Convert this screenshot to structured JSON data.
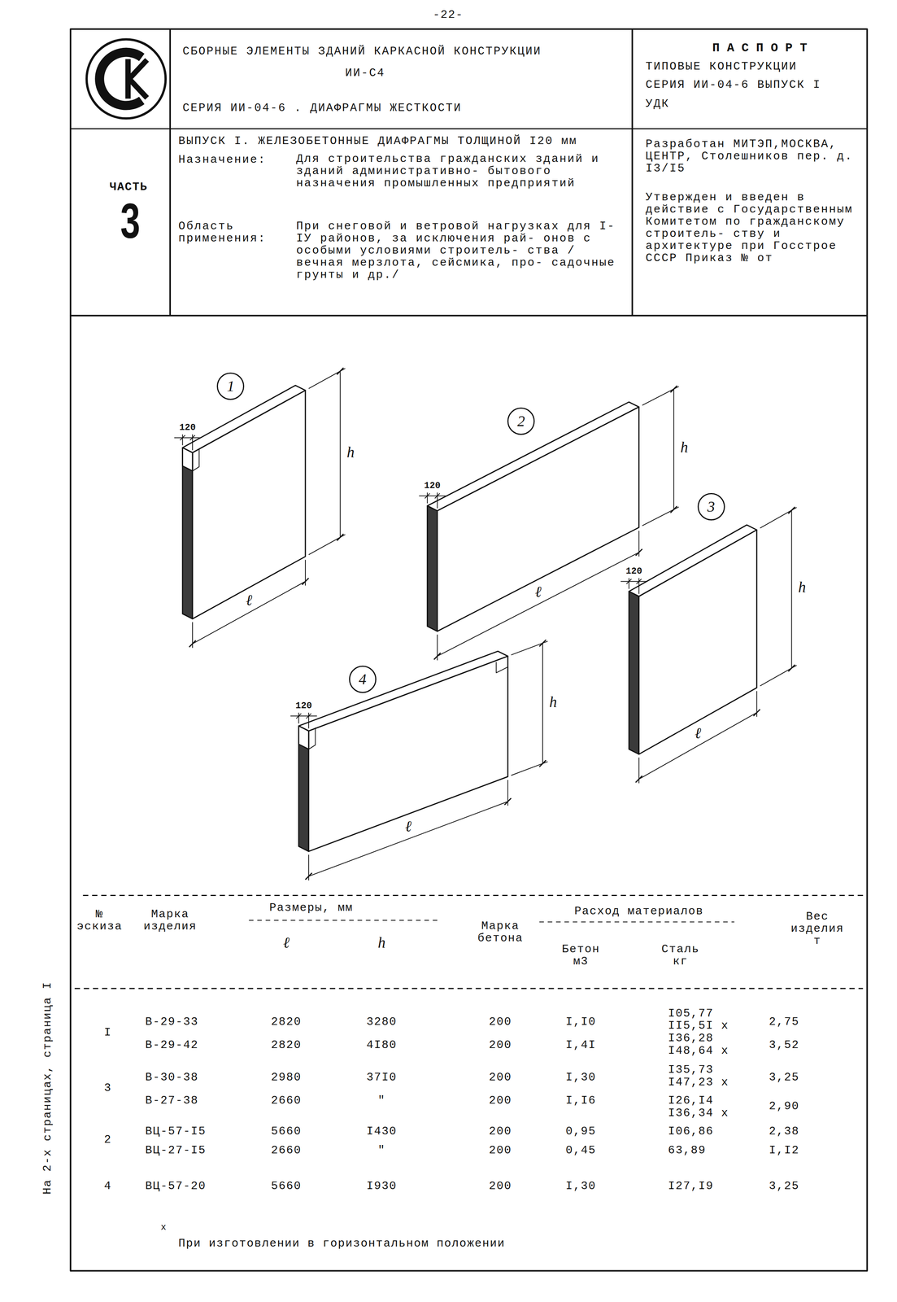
{
  "diagram": {
    "nodes": [
      {
        "text": [
          "ЧАСТЬ",
          "3"
        ]
      },
      {
        "text": [
          "СБОРНЫЕ ЭЛЕМЕНТЫ ЗДАНИЙ КАРКАСНОЙ КОНСТРУКЦИИ",
          "ИИ-С4",
          "СЕРИЯ ИИ-04-6 . ДИАФРАГМЫ ЖЕСТКОСТИ"
        ]
      },
      {
        "text": [
          "ВЫПУСК I. ЖЕЛЕЗОБЕТОННЫЕ ДИАФРАГМЫ ТОЛЩИНОЙ I20 мм",
          "Назначение:",
          "Для строительства гражданских зданий и зданий административно- бытового назначения промышленных предприятий",
          "Область применения:",
          "При снеговой и ветровой нагрузках для I-IУ районов, за исключения рай- онов с особыми условиями строитель- ства /вечная мерзлота, сейсмика, про- садочные грунты и др./"
        ]
      },
      {
        "text": [
          "ПАСПОРТ",
          "ТИПОВЫЕ КОНСТРУКЦИИ",
          "СЕРИЯ ИИ-04-6 ВЫПУСК I",
          "УДК"
        ]
      },
      {
        "text": [
          "Разработан МИТЭП,МОСКВА, ЦЕНТР, Столешников пер. д. I3/I5",
          "Утвержден и введен в действие с Государственным Комитетом по гражданскому строитель- ству и архитектуре при Госстрое СССР Приказ № от"
        ]
      },
      {
        "text": [
          "1"
        ]
      },
      {
        "text": [
          "2"
        ]
      },
      {
        "text": [
          "3"
        ]
      },
      {
        "text": [
          "4"
        ]
      }
    ],
    "labels": [
      "-22-",
      "На 2-х страницах, страница I",
      "120",
      "h",
      "ℓ",
      "120",
      "h",
      "ℓ",
      "120",
      "h",
      "ℓ",
      "120",
      "h",
      "ℓ",
      "№ эскиза",
      "Марка изделия",
      "Размеры, мм",
      "ℓ",
      "h",
      "Марка бетона",
      "Расход материалов",
      "Бетон м3",
      "Сталь кг",
      "Вес изделия т",
      "I",
      "В-29-33",
      "2820",
      "3280",
      "200",
      "I,I0",
      "I05,77",
      "II5,5I x",
      "2,75",
      "В-29-42",
      "2820",
      "4I80",
      "200",
      "I,4I",
      "I36,28",
      "I48,64 x",
      "3,52",
      "3",
      "В-30-38",
      "2980",
      "37I0",
      "200",
      "I,30",
      "I35,73",
      "I47,23 x",
      "3,25",
      "В-27-38",
      "2660",
      "\"",
      "200",
      "I,I6",
      "I26,I4",
      "I36,34 x",
      "2,90",
      "2",
      "ВЦ-57-I5",
      "5660",
      "I430",
      "200",
      "0,95",
      "I06,86",
      "2,38",
      "ВЦ-27-I5",
      "2660",
      "\"",
      "200",
      "0,45",
      "63,89",
      "I,I2",
      "4",
      "ВЦ-57-20",
      "5660",
      "I930",
      "200",
      "I,30",
      "I27,I9",
      "3,25",
      "x",
      "При изготовлении в горизонтальном положении"
    ]
  }
}
